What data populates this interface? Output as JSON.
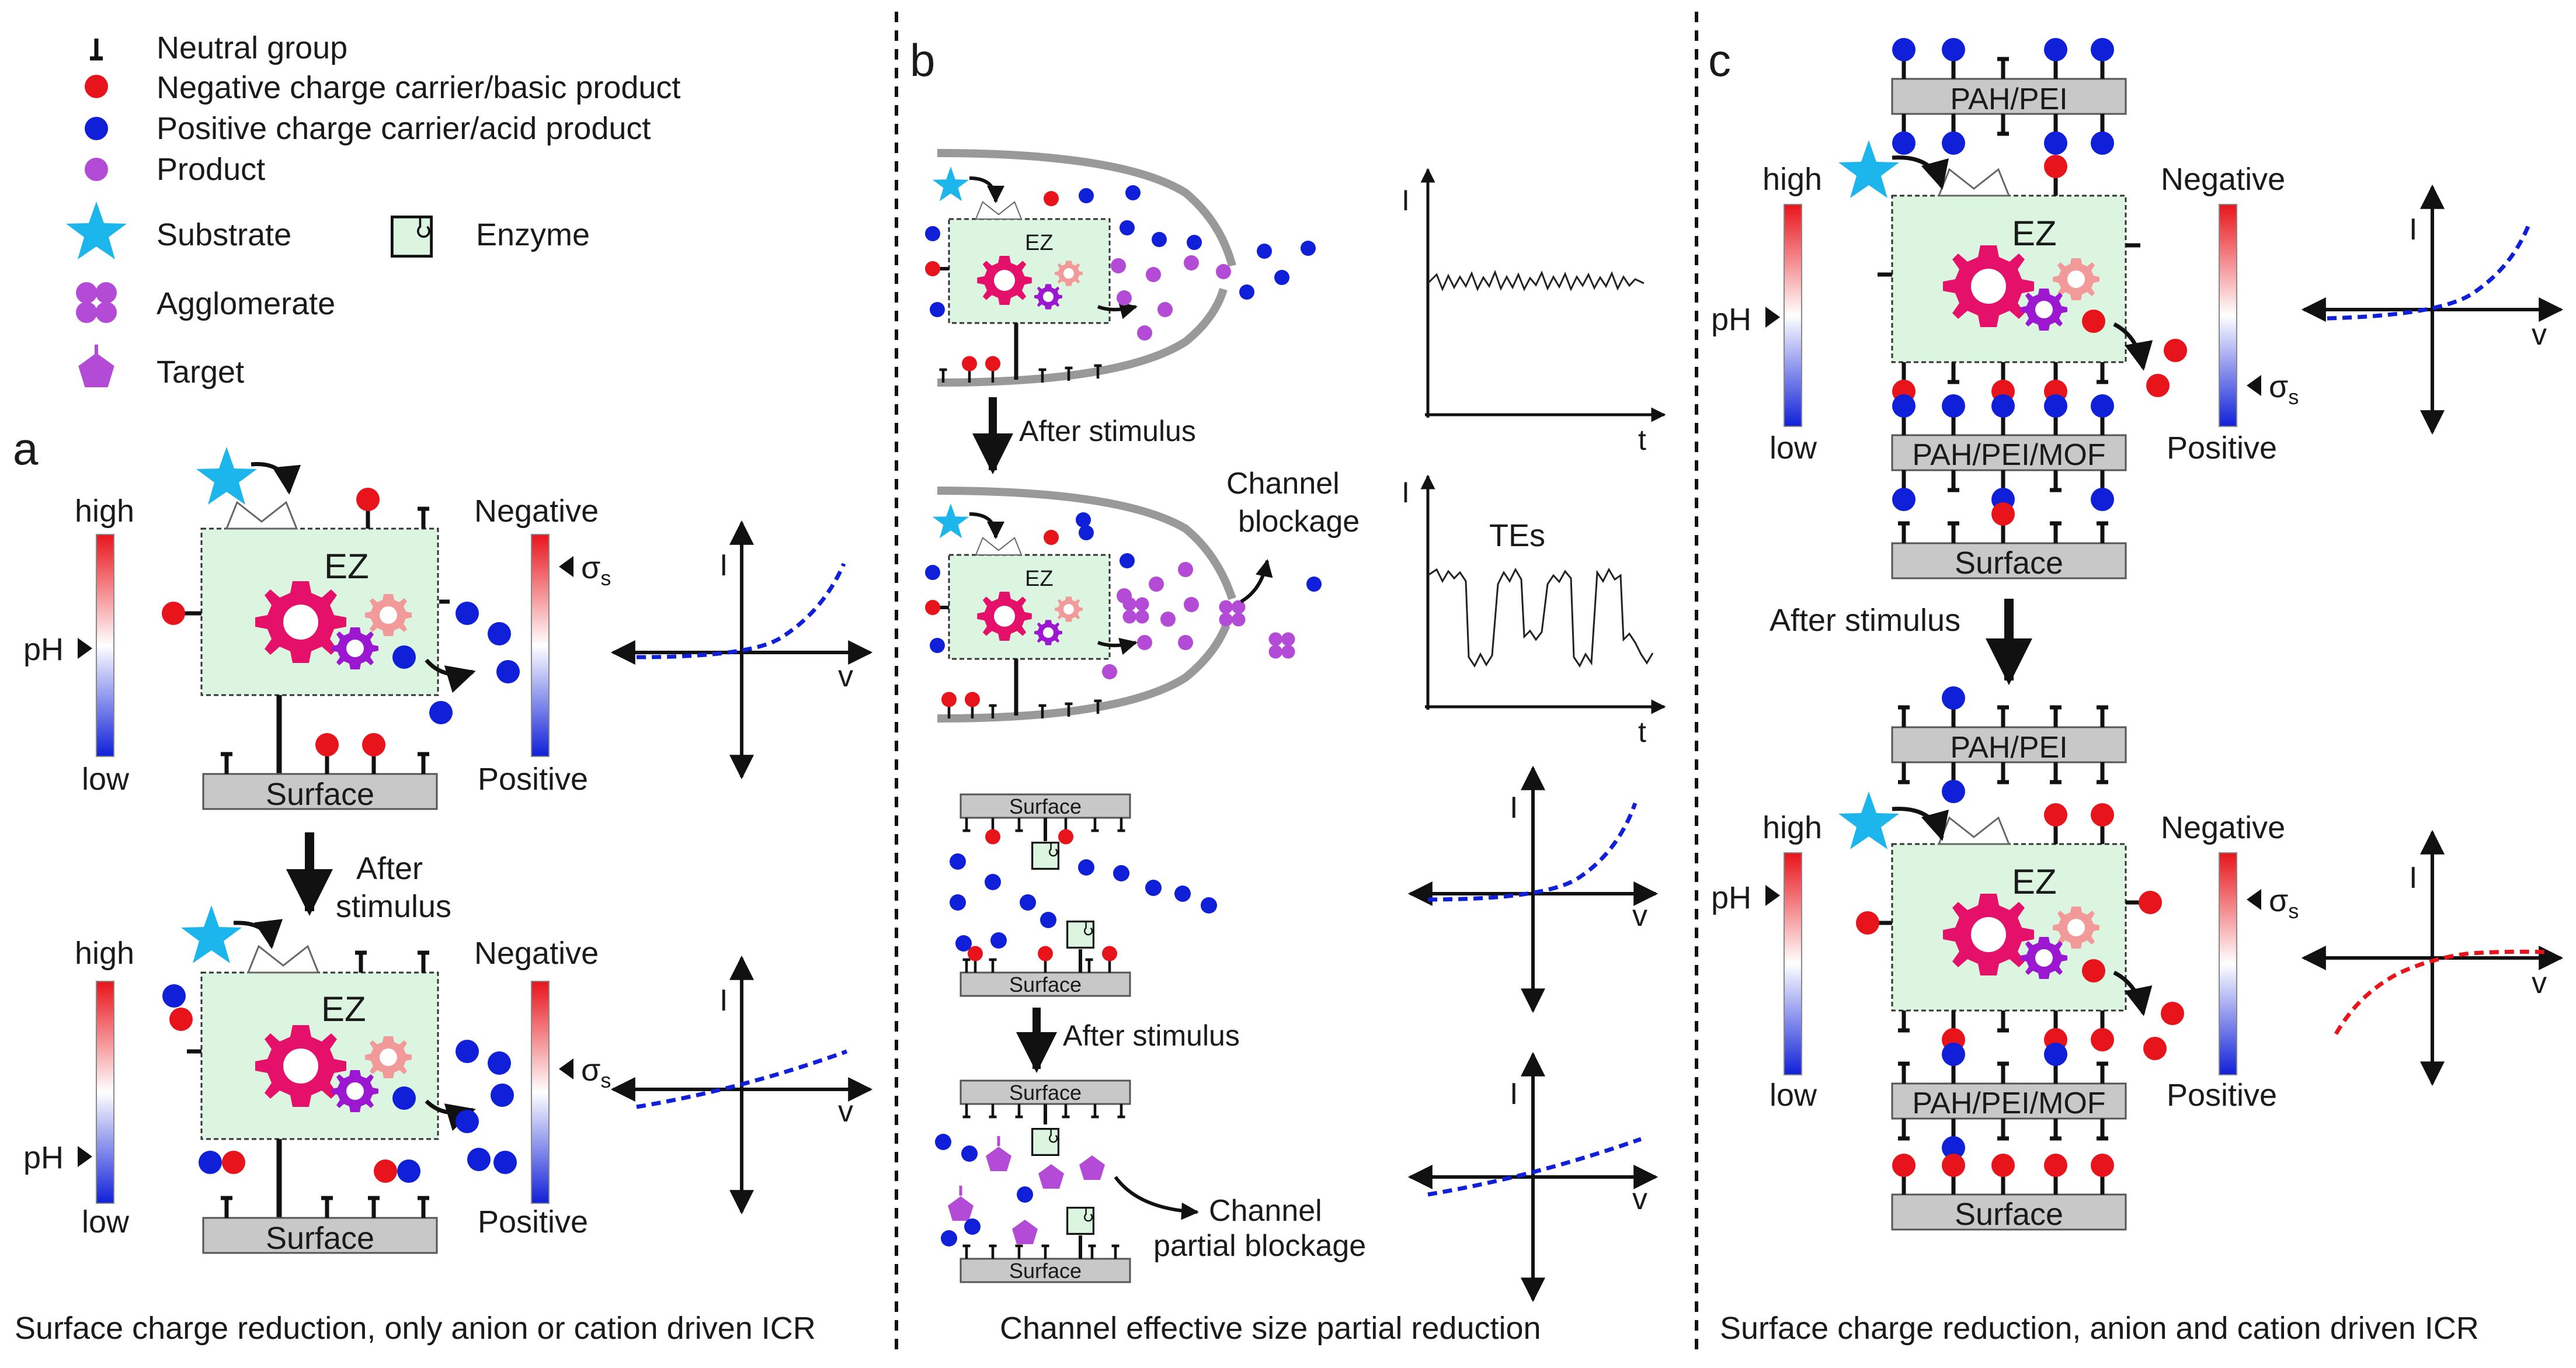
{
  "legend": {
    "neutral": "Neutral group",
    "negative": "Negative charge carrier/basic product",
    "positive": "Positive charge carrier/acid product",
    "product": "Product",
    "substrate": "Substrate",
    "enzyme": "Enzyme",
    "agglomerate": "Agglomerate",
    "target": "Target"
  },
  "labels": {
    "ez": "EZ",
    "surface": "Surface",
    "after_stimulus": "After stimulus",
    "after": "After",
    "stimulus": "stimulus",
    "high": "high",
    "low": "low",
    "ph": "pH",
    "negative": "Negative",
    "positive": "Positive",
    "sigma": "σ",
    "sigma_sub": "s",
    "axis_i": "I",
    "axis_v": "v",
    "axis_t": "t",
    "tes": "TEs",
    "channel": "Channel",
    "blockage": "blockage",
    "partial_blockage": "partial blockage",
    "pah_pei": "PAH/PEI",
    "pah_pei_mof": "PAH/PEI/MOF"
  },
  "panels": {
    "a": {
      "letter": "a",
      "caption": "Surface charge reduction, only anion or cation driven ICR"
    },
    "b": {
      "letter": "b",
      "caption": "Channel effective size partial reduction"
    },
    "c": {
      "letter": "c",
      "caption": "Surface charge reduction, anion and cation driven ICR"
    }
  },
  "colors": {
    "negative_red": "#e8141b",
    "positive_blue": "#1020d8",
    "product_purple": "#b44bd6",
    "substrate_cyan": "#1cb6ec",
    "enzyme_green": "#dcf5e0",
    "gear_pink": "#e5106a",
    "gear_light": "#f29a9a",
    "gear_purple": "#9b18d0",
    "surface_gray": "#c8c8c8",
    "curve_blue": "#1020d8",
    "curve_red": "#e8141b"
  }
}
